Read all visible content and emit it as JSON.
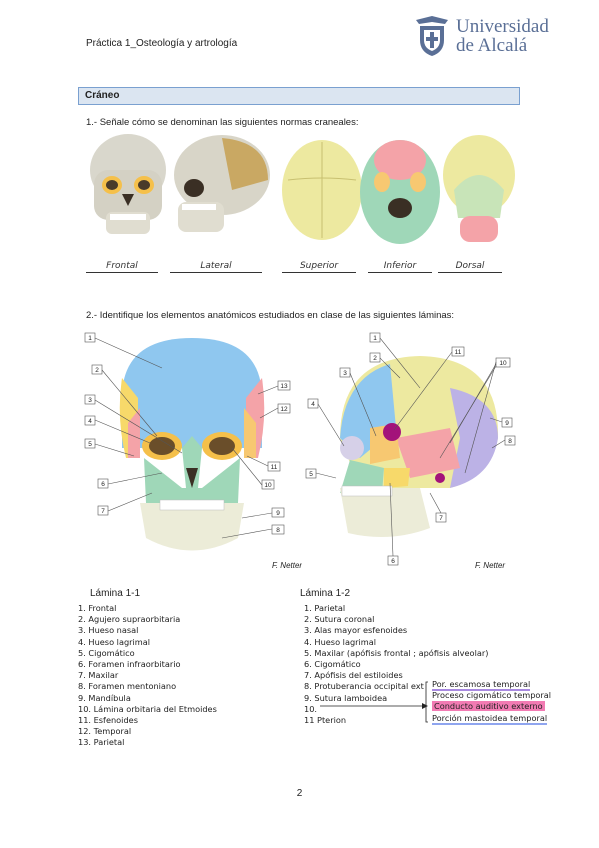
{
  "header": {
    "title": "Práctica 1_Osteología y artrología",
    "logo_line1": "Universidad",
    "logo_line2": "de Alcalá"
  },
  "section": {
    "title": "Cráneo"
  },
  "q1": {
    "text": "1.- Señale cómo se denominan las siguientes normas craneales:",
    "answers": [
      "Frontal",
      "Lateral",
      "Superior",
      "Inferior",
      "Dorsal"
    ]
  },
  "q2": {
    "text": "2.- Identifique los elementos anatómicos estudiados en clase de las siguientes láminas:"
  },
  "plate1": {
    "callouts": [
      "1",
      "2",
      "3",
      "4",
      "5",
      "6",
      "7",
      "8",
      "9",
      "10",
      "11",
      "12",
      "13"
    ],
    "signature": "F. Netter"
  },
  "plate2": {
    "callouts": [
      "1",
      "2",
      "3",
      "4",
      "5",
      "6",
      "7",
      "8",
      "9",
      "10",
      "11"
    ],
    "signature": "F. Netter"
  },
  "lamina1": {
    "title": "Lámina 1-1",
    "items": [
      "1. Frontal",
      "2. Agujero      supraorbitaria",
      "3. Hueso nasal",
      "4. Hueso lagrimal",
      "5. Cigomático",
      "6. Foramen infraorbitario",
      "7. Maxilar",
      "8. Foramen mentoniano",
      "9. Mandíbula",
      "10. Lámina orbitaria del Etmoides",
      "11. Esfenoides",
      "12. Temporal",
      "13. Parietal"
    ]
  },
  "lamina2": {
    "title": "Lámina 1-2",
    "items": [
      "1. Parietal",
      "2. Sutura coronal",
      "3. Alas mayor esfenoides",
      "4. Hueso lagrimal",
      "5. Maxilar (apófisis frontal ; apófisis alveolar)",
      "6. Cigomático",
      "7. Apófisis del estiloides",
      "8. Protuberancia occipital ext",
      "9. Sutura lamboidea",
      "10.",
      "11 Pterion"
    ],
    "temporal_parts": [
      "Por. escamosa temporal",
      "Proceso cigomático temporal",
      "Conducto auditivo externo",
      "Porción mastoidea temporal"
    ]
  },
  "footer": {
    "page_number": "2"
  },
  "colors": {
    "frontal": "#8fc7ef",
    "parietal": "#a8d8f0",
    "temporal": "#f4a3a8",
    "sphenoid": "#f7c871",
    "zygomatic": "#f7d96a",
    "maxilla": "#9fd7b8",
    "mandible": "#ececd8",
    "occipital": "#bcb2e6",
    "skull_bone": "#e8e2c8",
    "bar_fill": "#dbe5f1",
    "bar_border": "#7aa0d0",
    "logo_blue": "#5a6f96"
  }
}
